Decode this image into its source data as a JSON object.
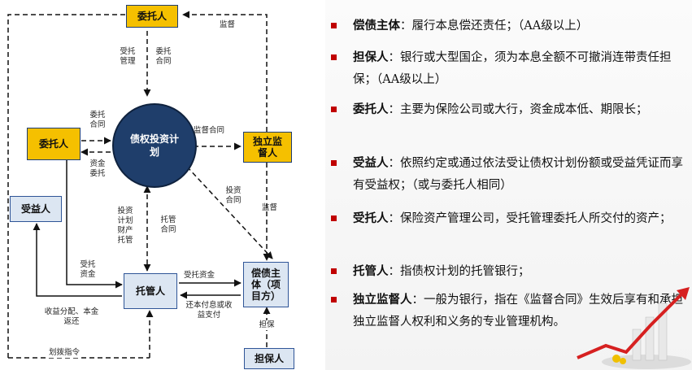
{
  "diagram": {
    "nodes": {
      "trustee_top": "委托人",
      "plan": "债权投资计划",
      "trustor": "委托人",
      "supervisor": "独立监督人",
      "beneficiary": "受益人",
      "custodian": "托管人",
      "debtor": "偿债主体（项目方）",
      "guarantor": "担保人"
    },
    "labels": {
      "supervise_top": "监督",
      "entrusted_mgmt": "受托管理",
      "entrust_contract_top": "委托合同",
      "entrust_contract_left": "委托合同",
      "fund_entrust": "资金委托",
      "supervise_contract": "监督合同",
      "invest_contract": "投资合同",
      "supervise_right": "监督",
      "plan_property_custody": "投资计划财产托管",
      "custody_contract": "托管合同",
      "entrusted_funds": "受托资金",
      "fund_transfer": "受托资金",
      "repay": "还本付息或收益支付",
      "income_dist": "收益分配、本金返还",
      "guarantee": "担保",
      "transfer_order": "划拨指令"
    }
  },
  "items": [
    {
      "term": "偿债主体",
      "text": "：履行本息偿还责任；（AA级以上）"
    },
    {
      "term": "担保人",
      "text": "：银行或大型国企，须为本息全额不可撤消连带责任担保；（AA级以上）"
    },
    {
      "term": "委托人",
      "text": "：主要为保险公司或大行，资金成本低、期限长；"
    },
    {
      "term": "受益人",
      "text": "：依照约定或通过依法受让债权计划份额或受益凭证而享有受益权；（或与委托人相同）"
    },
    {
      "term": "受托人",
      "text": "：保险资产管理公司，受托管理委托人所交付的资产；"
    },
    {
      "term": "托管人",
      "text": "：指债权计划的托管银行；"
    },
    {
      "term": "独立监督人",
      "text": "：一般为银行，指在《监督合同》生效后享有和承担独立监督人权利和义务的专业管理机构。"
    }
  ],
  "colors": {
    "node_yellow": "#f5c000",
    "node_blue": "#dce6f2",
    "plan_circle": "#1f3e6b",
    "bullet": "#c00000"
  }
}
